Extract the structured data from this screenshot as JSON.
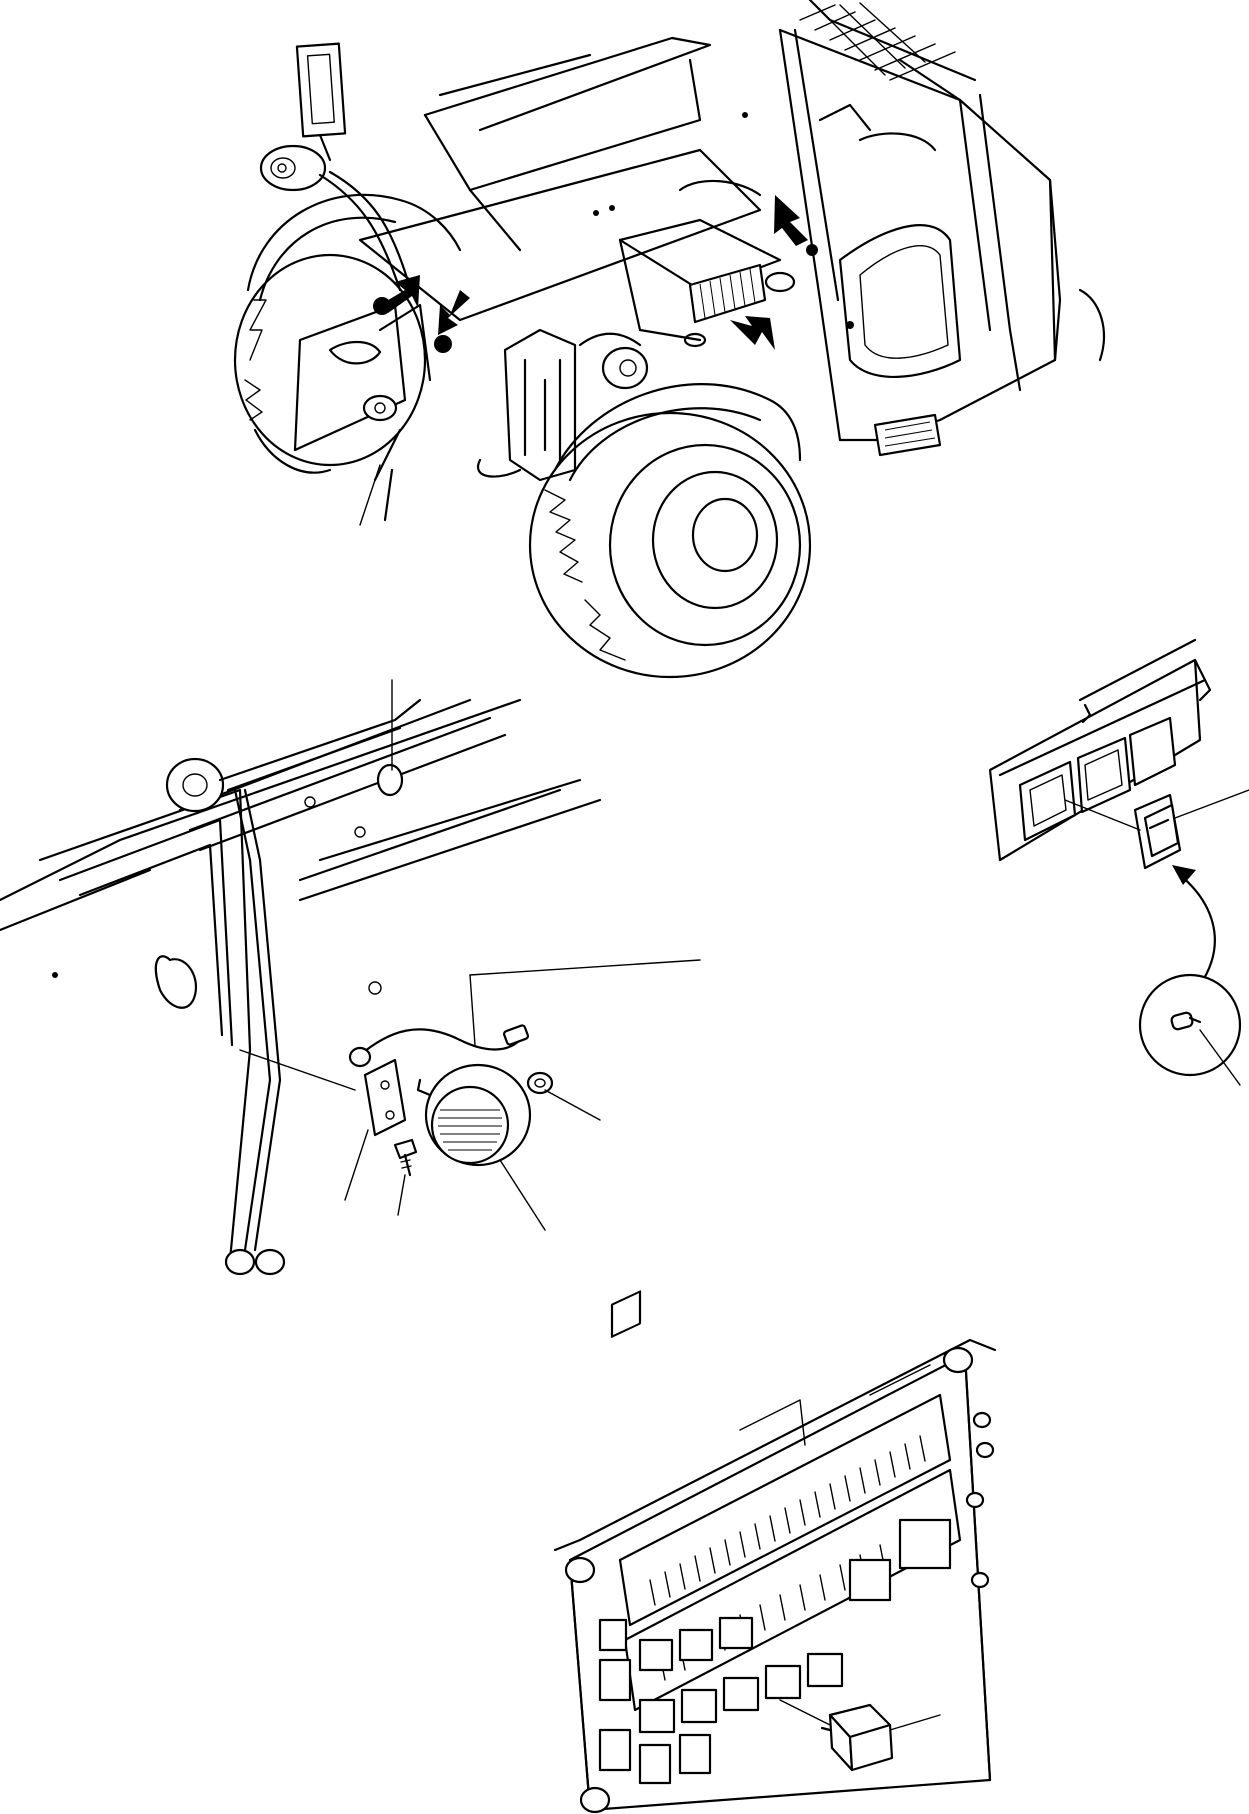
{
  "figure": {
    "views": [
      {
        "name": "machine-overview"
      },
      {
        "name": "rear-work-lamp-assembly"
      },
      {
        "name": "dashboard-switch-with-bulb"
      },
      {
        "name": "relay-fuse-board"
      }
    ],
    "icons": [
      "arrow-icon",
      "lamp-icon",
      "bulb-icon",
      "relay-icon",
      "switch-icon"
    ],
    "line_color": "#000000",
    "background": "#ffffff"
  }
}
